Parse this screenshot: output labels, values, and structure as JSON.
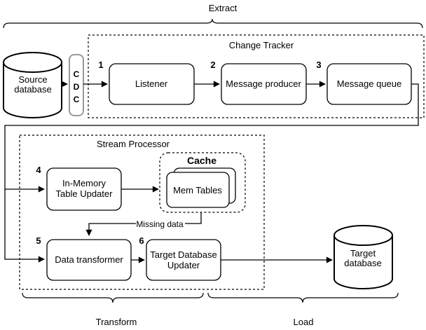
{
  "diagram": {
    "stage_labels": {
      "extract": "Extract",
      "transform": "Transform",
      "load": "Load"
    },
    "groups": {
      "change_tracker": "Change Tracker",
      "stream_processor": "Stream Processor",
      "cache": "Cache"
    },
    "nodes": {
      "source_db": {
        "line1": "Source",
        "line2": "database"
      },
      "cdc": {
        "letters": [
          "C",
          "D",
          "C"
        ]
      },
      "listener": {
        "num": "1",
        "label": "Listener"
      },
      "message_producer": {
        "num": "2",
        "label": "Message producer"
      },
      "message_queue": {
        "num": "3",
        "label": "Message queue"
      },
      "in_memory_table_updater": {
        "num": "4",
        "line1": "In-Memory",
        "line2": "Table Updater"
      },
      "mem_tables": {
        "label": "Mem Tables"
      },
      "data_transformer": {
        "num": "5",
        "label": "Data transformer"
      },
      "target_database_updater": {
        "num": "6",
        "line1": "Target Database",
        "line2": "Updater"
      },
      "target_db": {
        "line1": "Target",
        "line2": "database"
      }
    },
    "annotations": {
      "missing_data": "Missing data"
    },
    "colors": {
      "stroke": "#000000",
      "cdc_border": "#999999",
      "background": "#ffffff"
    }
  }
}
